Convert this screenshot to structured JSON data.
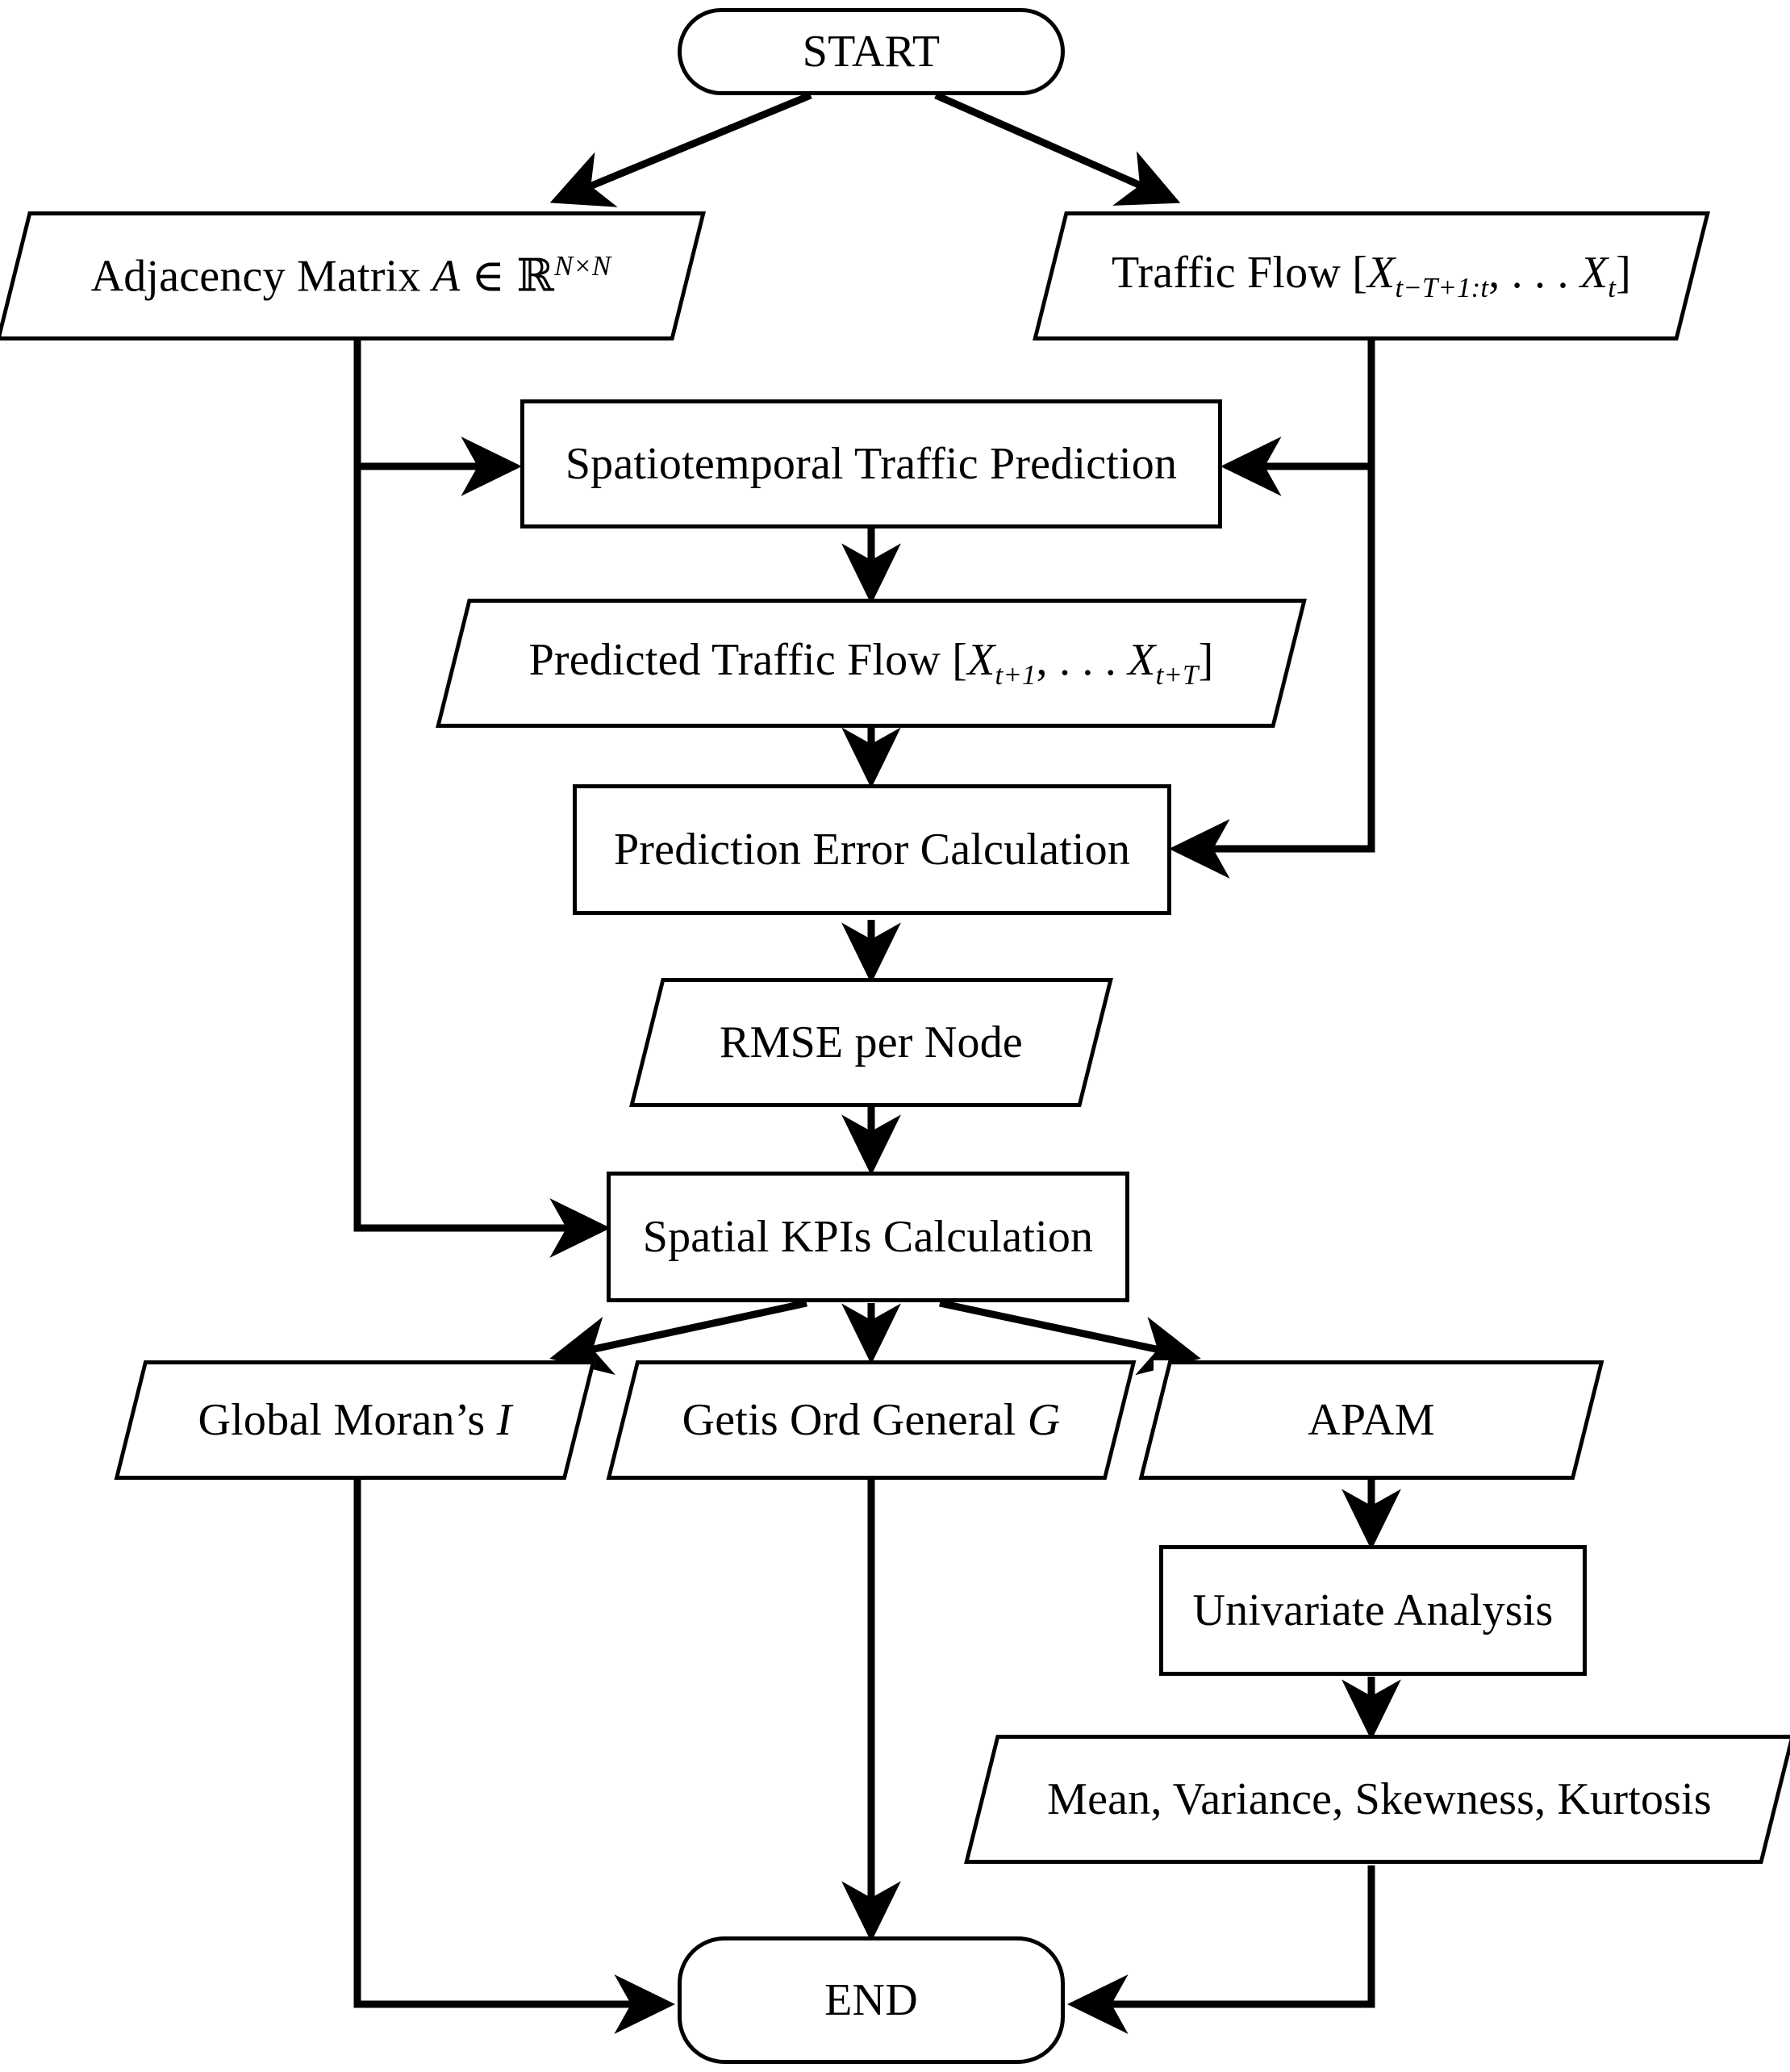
{
  "diagram": {
    "title": "Spatiotemporal Traffic Prediction and Spatial KPI Evaluation Flowchart",
    "type": "flowchart",
    "orientation": "top-to-bottom",
    "stroke_color": "#000000",
    "background_color": "#ffffff"
  },
  "nodes": {
    "start": {
      "label": "START",
      "shape": "terminator"
    },
    "adjacency_matrix": {
      "label": "Adjacency Matrix",
      "math_var": "A",
      "math_rel": "∈",
      "math_set": "ℝ",
      "math_exp": "N×N",
      "shape": "data"
    },
    "traffic_flow": {
      "label": "Traffic Flow",
      "open": "[",
      "var1": "X",
      "sub1": "t−T+1:t",
      "sep": ", . . .",
      "var2": "X",
      "sub2": "t",
      "close": "]",
      "shape": "data"
    },
    "prediction": {
      "label": "Spatiotemporal Traffic Prediction",
      "shape": "process"
    },
    "predicted_flow": {
      "label": "Predicted Traffic Flow",
      "open": "[",
      "var1": "X",
      "sub1": "t+1",
      "sep": ", . . .",
      "var2": "X",
      "sub2": "t+T",
      "close": "]",
      "shape": "data"
    },
    "error_calc": {
      "label": "Prediction Error Calculation",
      "shape": "process"
    },
    "rmse": {
      "label": "RMSE per Node",
      "shape": "data"
    },
    "spatial_kpis": {
      "label": "Spatial KPIs Calculation",
      "shape": "process"
    },
    "moran": {
      "label": "Global Moran’s",
      "math_var": "I",
      "shape": "data"
    },
    "getis": {
      "label": "Getis Ord General",
      "math_var": "G",
      "shape": "data"
    },
    "apam": {
      "label": "APAM",
      "shape": "data"
    },
    "univariate": {
      "label": "Univariate Analysis",
      "shape": "process"
    },
    "moments": {
      "label": "Mean, Variance, Skewness, Kurtosis",
      "shape": "data"
    },
    "end": {
      "label": "END",
      "shape": "terminator"
    }
  },
  "edges": [
    {
      "from": "start",
      "to": "adjacency_matrix"
    },
    {
      "from": "start",
      "to": "traffic_flow"
    },
    {
      "from": "adjacency_matrix",
      "to": "prediction"
    },
    {
      "from": "traffic_flow",
      "to": "prediction"
    },
    {
      "from": "prediction",
      "to": "predicted_flow"
    },
    {
      "from": "predicted_flow",
      "to": "error_calc"
    },
    {
      "from": "traffic_flow",
      "to": "error_calc"
    },
    {
      "from": "error_calc",
      "to": "rmse"
    },
    {
      "from": "rmse",
      "to": "spatial_kpis"
    },
    {
      "from": "adjacency_matrix",
      "to": "spatial_kpis"
    },
    {
      "from": "spatial_kpis",
      "to": "moran"
    },
    {
      "from": "spatial_kpis",
      "to": "getis"
    },
    {
      "from": "spatial_kpis",
      "to": "apam"
    },
    {
      "from": "apam",
      "to": "univariate"
    },
    {
      "from": "univariate",
      "to": "moments"
    },
    {
      "from": "moran",
      "to": "end"
    },
    {
      "from": "getis",
      "to": "end"
    },
    {
      "from": "moments",
      "to": "end"
    }
  ]
}
